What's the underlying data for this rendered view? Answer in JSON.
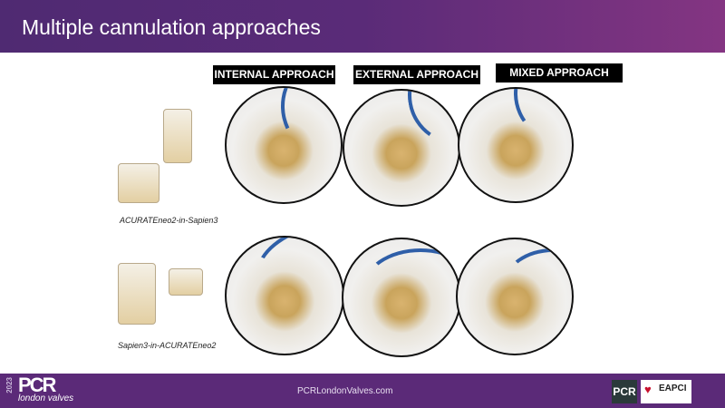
{
  "header": {
    "title": "Multiple cannulation approaches"
  },
  "columns": [
    "INTERNAL APPROACH",
    "EXTERNAL APPROACH",
    "MIXED APPROACH"
  ],
  "rows": [
    {
      "caption": "ACURATEneo2-in-Sapien3"
    },
    {
      "caption": "Sapien3-in-ACURATEneo2"
    }
  ],
  "footer": {
    "year": "2023",
    "brand": "PCR",
    "subbrand": "london valves",
    "url": "PCRLondonValves.com",
    "partner_pcr": "PCR",
    "partner_eapci": "EAPCI"
  },
  "colors": {
    "header_start": "#4f2a72",
    "header_end": "#843582",
    "footer": "#5b2a78",
    "wire": "#2f5fa8"
  }
}
